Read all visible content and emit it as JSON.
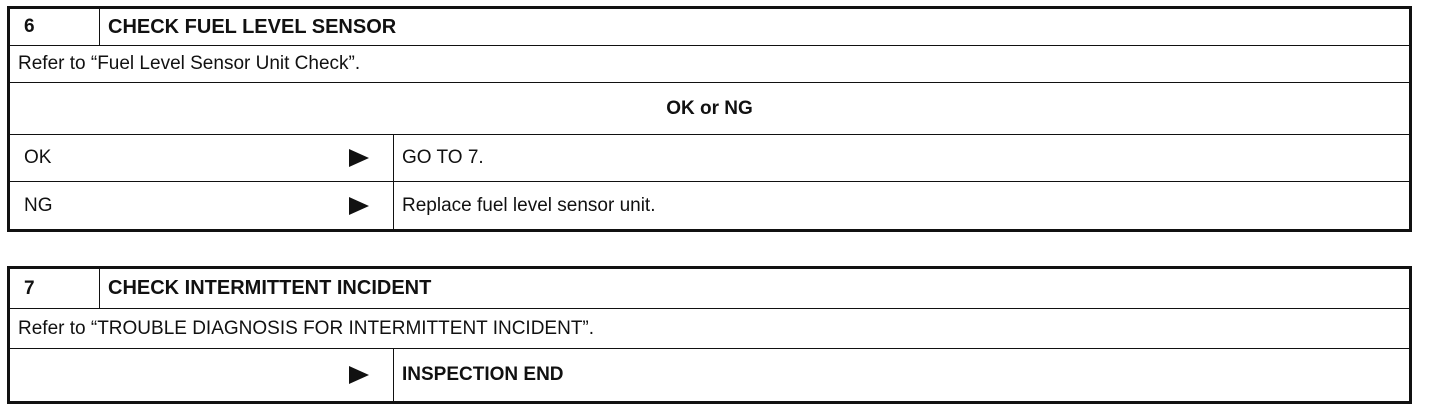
{
  "step6": {
    "number": "6",
    "title": "CHECK FUEL LEVEL SENSOR",
    "description": "Refer to “Fuel Level Sensor Unit Check”.",
    "result_header": "OK or NG",
    "results": [
      {
        "label": "OK",
        "action": "GO TO 7."
      },
      {
        "label": "NG",
        "action": "Replace fuel level sensor unit."
      }
    ]
  },
  "step7": {
    "number": "7",
    "title": "CHECK INTERMITTENT INCIDENT",
    "description": "Refer to “TROUBLE DIAGNOSIS FOR INTERMITTENT INCIDENT”.",
    "results": [
      {
        "label": "",
        "action": "INSPECTION END"
      }
    ]
  },
  "icons": {
    "arrow": "play-arrow-icon"
  }
}
